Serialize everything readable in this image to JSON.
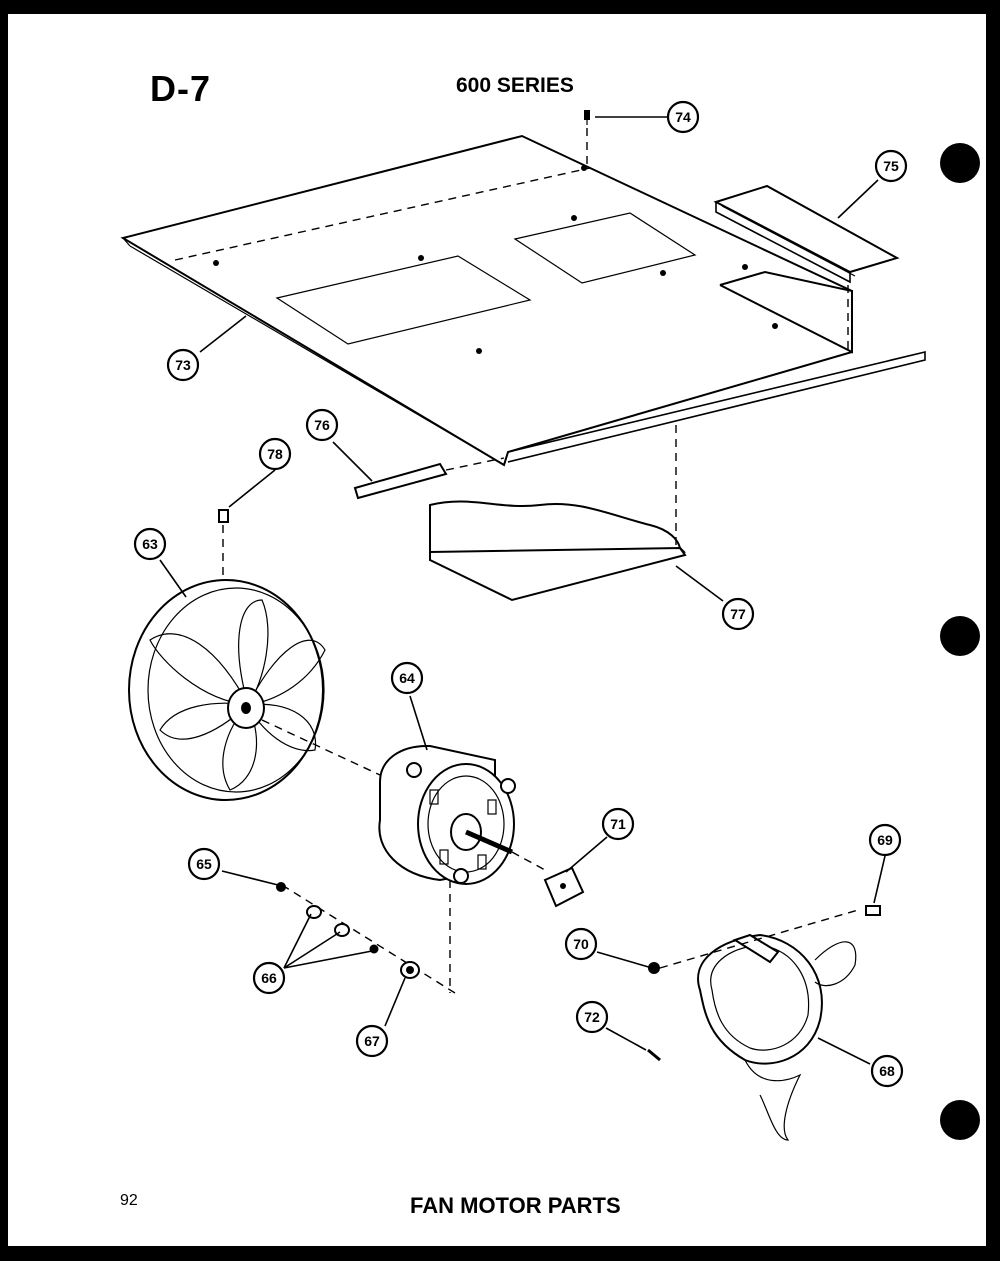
{
  "header": {
    "page_code": "D-7",
    "series": "600 SERIES"
  },
  "footer": {
    "page_number": "92",
    "title": "FAN MOTOR PARTS"
  },
  "callouts": [
    {
      "label": "74",
      "part": "screw"
    },
    {
      "label": "75",
      "part": "bracket"
    },
    {
      "label": "73",
      "part": "top-panel"
    },
    {
      "label": "76",
      "part": "strip"
    },
    {
      "label": "78",
      "part": "set-screw"
    },
    {
      "label": "63",
      "part": "fan-blade"
    },
    {
      "label": "77",
      "part": "insulation"
    },
    {
      "label": "64",
      "part": "fan-motor"
    },
    {
      "label": "71",
      "part": "pad"
    },
    {
      "label": "69",
      "part": "bolt"
    },
    {
      "label": "65",
      "part": "nut"
    },
    {
      "label": "70",
      "part": "nut"
    },
    {
      "label": "66",
      "part": "washers"
    },
    {
      "label": "72",
      "part": "screw"
    },
    {
      "label": "67",
      "part": "grommet"
    },
    {
      "label": "68",
      "part": "motor-mount"
    }
  ]
}
